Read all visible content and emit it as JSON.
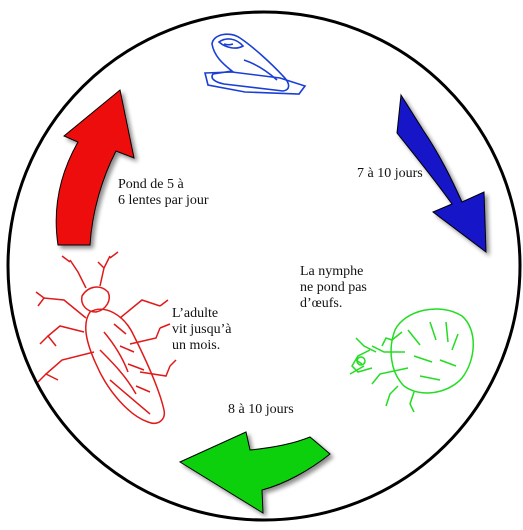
{
  "labels": {
    "egg_stage": "7 à 10 jours",
    "nymph_note": [
      "La nymphe",
      "ne pond pas",
      "d’œufs."
    ],
    "nymph_stage": "8 à 10 jours",
    "adult_note": [
      "L’adulte",
      "vit jusqu’à",
      "un mois."
    ],
    "laying": [
      "Pond de 5 à",
      "6 lentes par jour"
    ]
  },
  "colors": {
    "ring": "#000000",
    "egg": "#1a3fd6",
    "arrow_blue": "#1212c8",
    "arrow_green": "#11d011",
    "nymph": "#22dd22",
    "arrow_red": "#ee1111",
    "adult": "#e01a1a"
  },
  "icons": {
    "egg": "nit-egg-sketch",
    "nymph": "louse-nymph-sketch",
    "adult": "adult-louse-sketch"
  }
}
